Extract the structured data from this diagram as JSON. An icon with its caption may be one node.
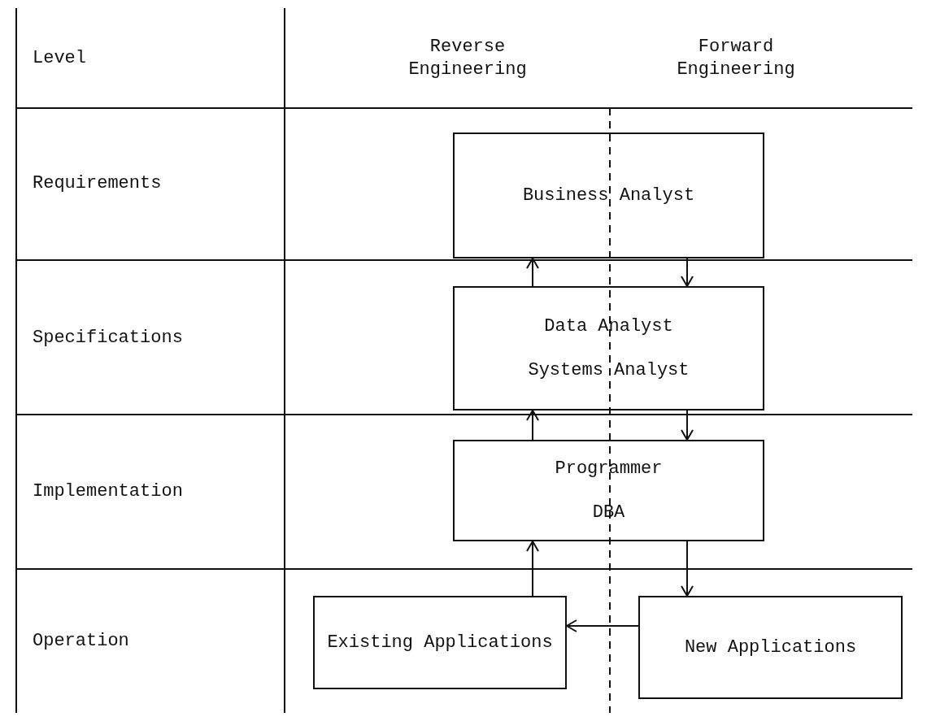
{
  "diagram": {
    "nodes": [
      {
        "text": [
          "Business Analyst"
        ]
      },
      {
        "text": [
          "Data Analyst",
          "Systems Analyst"
        ]
      },
      {
        "text": [
          "Programmer",
          "DBA"
        ]
      },
      {
        "text": [
          "Existing Applications"
        ]
      },
      {
        "text": [
          "New Applications"
        ]
      }
    ],
    "edges": [
      {
        "from": 1,
        "to": 0,
        "arrow": "to"
      },
      {
        "from": 0,
        "to": 1,
        "arrow": "to"
      },
      {
        "from": 2,
        "to": 1,
        "arrow": "to"
      },
      {
        "from": 1,
        "to": 2,
        "arrow": "to"
      },
      {
        "from": 3,
        "to": 2,
        "arrow": "to"
      },
      {
        "from": 2,
        "to": 4,
        "arrow": "to"
      },
      {
        "from": 4,
        "to": 3,
        "arrow": "to"
      }
    ],
    "labels": [
      "Level",
      "Reverse Engineering",
      "Forward Engineering",
      "Requirements",
      "Specifications",
      "Implementation",
      "Operation"
    ]
  }
}
